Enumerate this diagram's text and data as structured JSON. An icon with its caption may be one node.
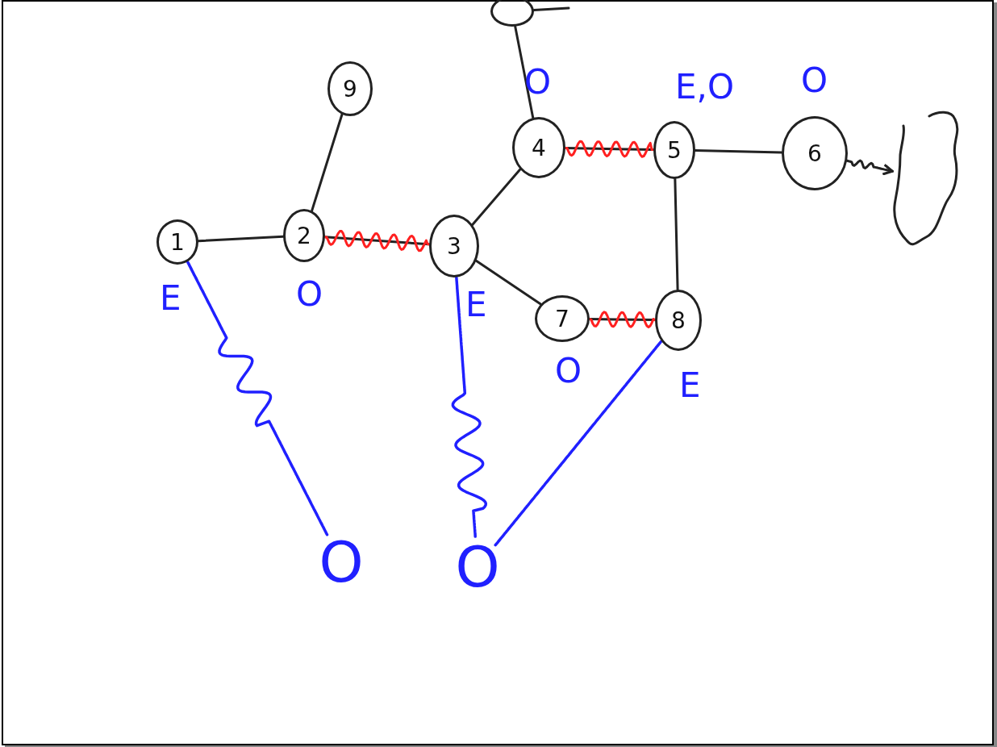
{
  "diagram": {
    "nodes": [
      {
        "text": [
          "1"
        ],
        "beside": [
          "E"
        ]
      },
      {
        "text": [
          "2"
        ],
        "beside": [
          "O"
        ]
      },
      {
        "text": [
          "3"
        ],
        "beside": [
          "E"
        ]
      },
      {
        "text": [
          "4"
        ],
        "beside": [
          "O"
        ]
      },
      {
        "text": [
          "5"
        ],
        "beside": [
          "E,O"
        ]
      },
      {
        "text": [
          "6"
        ],
        "beside": [
          "O"
        ]
      },
      {
        "text": [
          "7"
        ],
        "beside": [
          "O"
        ]
      },
      {
        "text": [
          "8"
        ],
        "beside": [
          "E"
        ]
      },
      {
        "text": [
          "9"
        ]
      },
      {
        "text": [],
        "shape": "circle"
      },
      {
        "text": [],
        "shape": "cloud"
      },
      {
        "text": [
          "O"
        ]
      },
      {
        "text": [
          "O"
        ]
      }
    ],
    "edges": [
      {
        "from": 0,
        "to": 1,
        "arrow": "none"
      },
      {
        "from": 1,
        "to": 8,
        "arrow": "none"
      },
      {
        "from": 1,
        "to": 2,
        "arrow": "none",
        "color": "#ff2020"
      },
      {
        "from": 2,
        "to": 3,
        "arrow": "none"
      },
      {
        "from": 2,
        "to": 6,
        "arrow": "none"
      },
      {
        "from": 3,
        "to": 4,
        "arrow": "none",
        "color": "#ff2020"
      },
      {
        "from": 3,
        "to": 9,
        "arrow": "none"
      },
      {
        "from": 9,
        "to": null,
        "arrow": "none"
      },
      {
        "from": 4,
        "to": 5,
        "arrow": "none"
      },
      {
        "from": 5,
        "to": 10,
        "arrow": "to"
      },
      {
        "from": 4,
        "to": 7,
        "arrow": "none"
      },
      {
        "from": 6,
        "to": 7,
        "arrow": "none",
        "color": "#ff2020"
      },
      {
        "from": 0,
        "to": 11,
        "arrow": "none",
        "color": "#2020ff"
      },
      {
        "from": 2,
        "to": 12,
        "arrow": "none",
        "color": "#2020ff"
      },
      {
        "from": 7,
        "to": 12,
        "arrow": "none",
        "color": "#2020ff"
      }
    ]
  }
}
